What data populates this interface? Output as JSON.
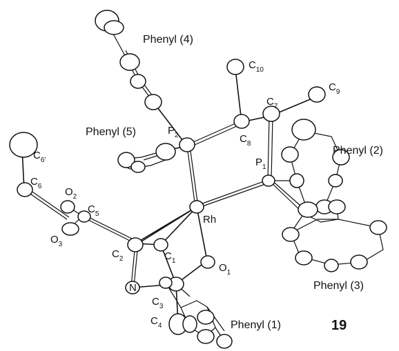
{
  "compound_number": "19",
  "groups": {
    "phenyl4": "Phenyl (4)",
    "phenyl5": "Phenyl (5)",
    "phenyl2": "Phenyl (2)",
    "phenyl3": "Phenyl (3)",
    "phenyl1": "Phenyl (1)"
  },
  "atoms": {
    "rh": "Rh",
    "n": "N",
    "p1": {
      "el": "P",
      "sub": "1"
    },
    "p2": {
      "el": "P",
      "sub": "2"
    },
    "o1": {
      "el": "O",
      "sub": "1"
    },
    "o2": {
      "el": "O",
      "sub": "2"
    },
    "o3": {
      "el": "O",
      "sub": "3"
    },
    "c1": {
      "el": "C",
      "sub": "1"
    },
    "c2": {
      "el": "C",
      "sub": "2"
    },
    "c3": {
      "el": "C",
      "sub": "3"
    },
    "c4": {
      "el": "C",
      "sub": "4"
    },
    "c5": {
      "el": "C",
      "sub": "5"
    },
    "c6": {
      "el": "C",
      "sub": "6"
    },
    "c6p": {
      "el": "C",
      "sub": "6′"
    },
    "c7": {
      "el": "C",
      "sub": "7"
    },
    "c8": {
      "el": "C",
      "sub": "8"
    },
    "c9": {
      "el": "C",
      "sub": "9"
    },
    "c10": {
      "el": "C",
      "sub": "10"
    }
  }
}
